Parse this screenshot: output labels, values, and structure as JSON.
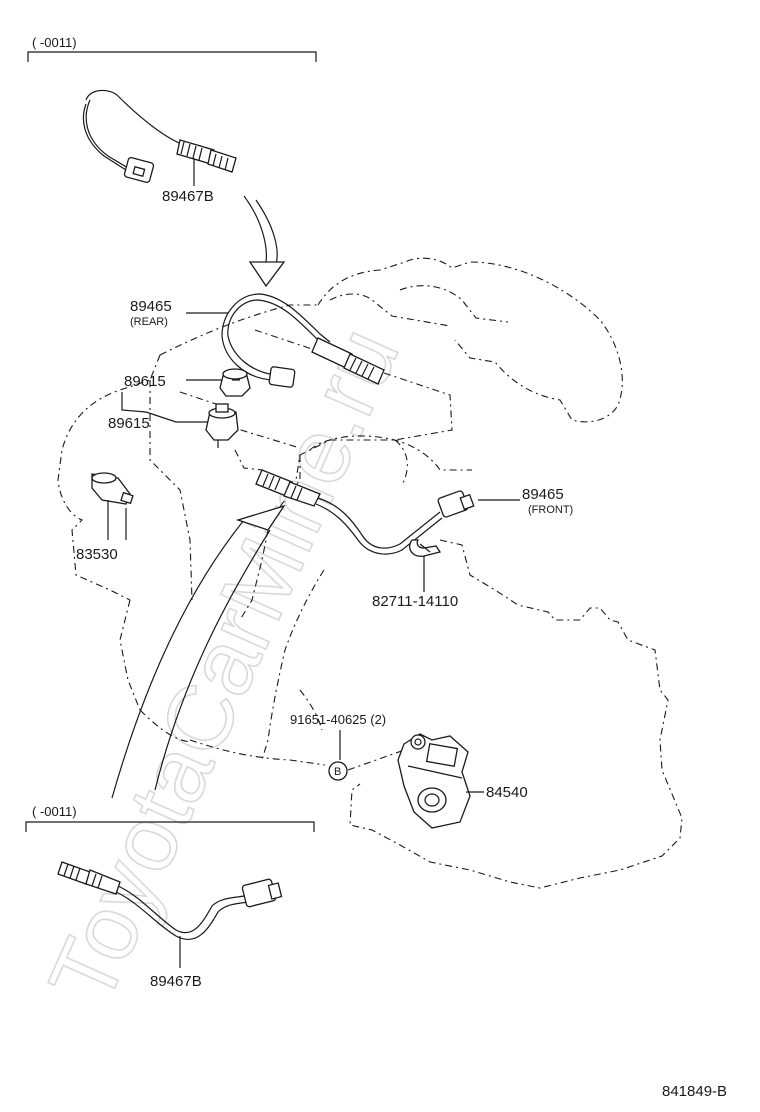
{
  "watermark": "ToyotaCarMine.ru",
  "diagram_code": "841849-B",
  "top_group": {
    "range_label": "(      -0011)",
    "part_label": "89467B"
  },
  "bottom_group": {
    "range_label": "(      -0011)",
    "part_label": "89467B"
  },
  "callouts": {
    "sensor_rear": {
      "part": "89465",
      "note": "(REAR)"
    },
    "sensor_front": {
      "part": "89465",
      "note": "(FRONT)"
    },
    "knock_sensor_a": {
      "part": "89615"
    },
    "knock_sensor_b": {
      "part": "89615"
    },
    "temp_switch": {
      "part": "83530"
    },
    "clamp": {
      "part": "82711-14110"
    },
    "bolt": {
      "part": "91651-40625 (2)",
      "marker": "B"
    },
    "neutral_switch": {
      "part": "84540"
    }
  }
}
